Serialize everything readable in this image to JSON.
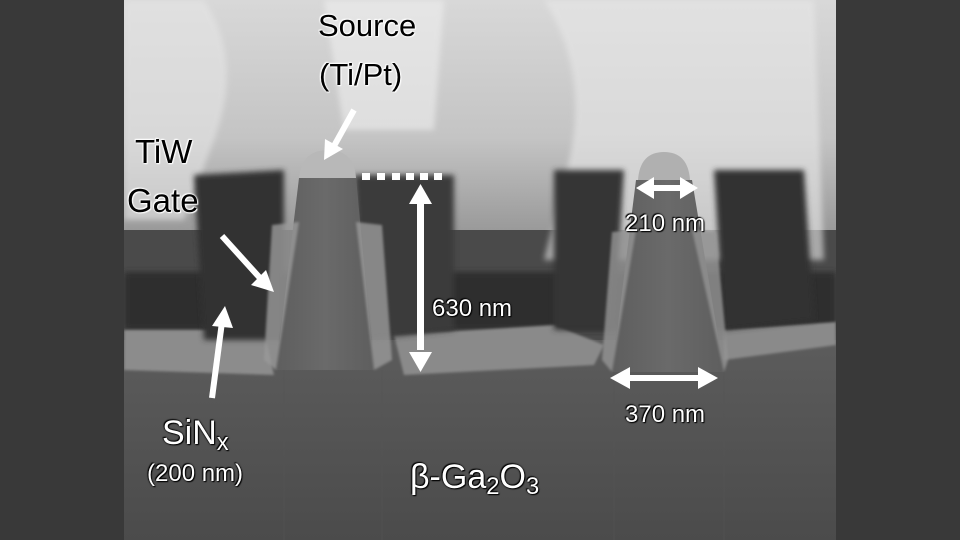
{
  "figure": {
    "type": "SEM cross-section micrograph",
    "background_color": "#393939",
    "labels": {
      "source_line1": "Source",
      "source_line2": "(Ti/Pt)",
      "gate_line1": "TiW",
      "gate_line2": "Gate",
      "sinx_main": "SiN",
      "sinx_sub": "x",
      "sinx_thickness": "(200 nm)",
      "substrate_prefix": "β-Ga",
      "substrate_sub1": "2",
      "substrate_mid": "O",
      "substrate_sub2": "3",
      "fin_height": "630 nm",
      "fin_top_width": "210 nm",
      "fin_bottom_width": "370 nm"
    },
    "annotations": [
      {
        "kind": "arrow",
        "target": "source-contact"
      },
      {
        "kind": "arrow",
        "target": "tiw-gate"
      },
      {
        "kind": "arrow",
        "target": "sinx-layer"
      },
      {
        "kind": "dotted-line",
        "target": "fin-top-reference"
      },
      {
        "kind": "double-arrow-vertical",
        "label": "630 nm"
      },
      {
        "kind": "double-arrow-horizontal",
        "label": "210 nm"
      },
      {
        "kind": "double-arrow-horizontal",
        "label": "370 nm"
      }
    ]
  }
}
